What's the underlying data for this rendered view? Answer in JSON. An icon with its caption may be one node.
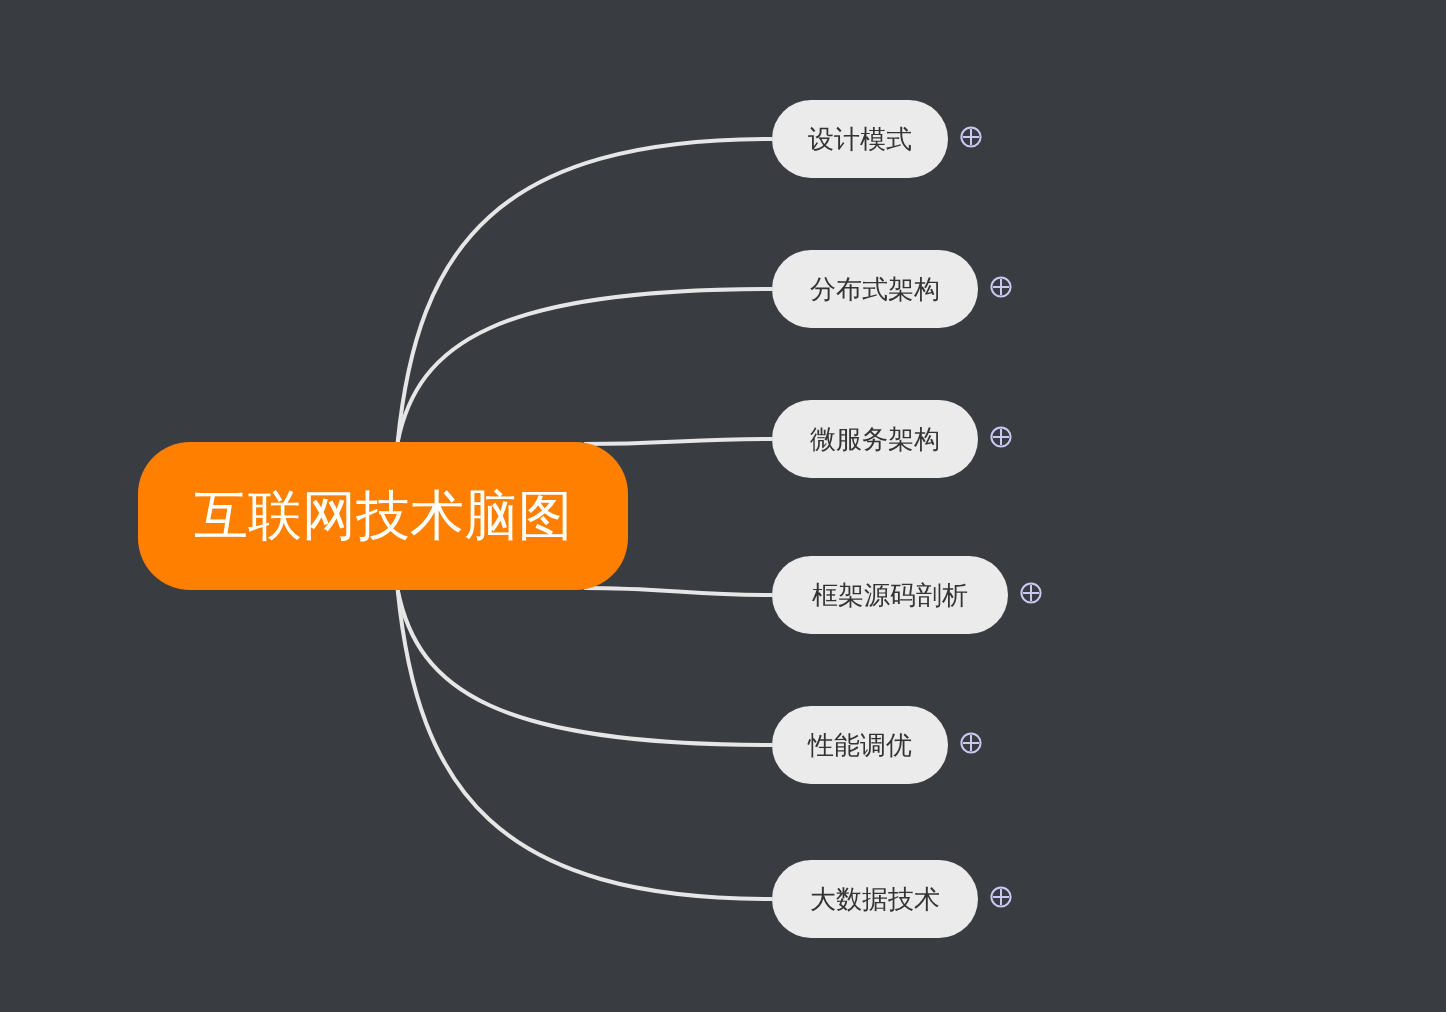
{
  "diagram": {
    "nodes": [
      {
        "text": [
          "互联网技术脑图"
        ]
      },
      {
        "text": [
          "设计模式"
        ]
      },
      {
        "text": [
          "分布式架构"
        ]
      },
      {
        "text": [
          "微服务架构"
        ]
      },
      {
        "text": [
          "框架源码剖析"
        ]
      },
      {
        "text": [
          "性能调优"
        ]
      },
      {
        "text": [
          "大数据技术"
        ]
      }
    ],
    "edges": [
      {
        "from": 0,
        "to": 1,
        "arrow": "none"
      },
      {
        "from": 0,
        "to": 2,
        "arrow": "none"
      },
      {
        "from": 0,
        "to": 3,
        "arrow": "none"
      },
      {
        "from": 0,
        "to": 4,
        "arrow": "none"
      },
      {
        "from": 0,
        "to": 5,
        "arrow": "none"
      },
      {
        "from": 0,
        "to": 6,
        "arrow": "none"
      }
    ]
  }
}
